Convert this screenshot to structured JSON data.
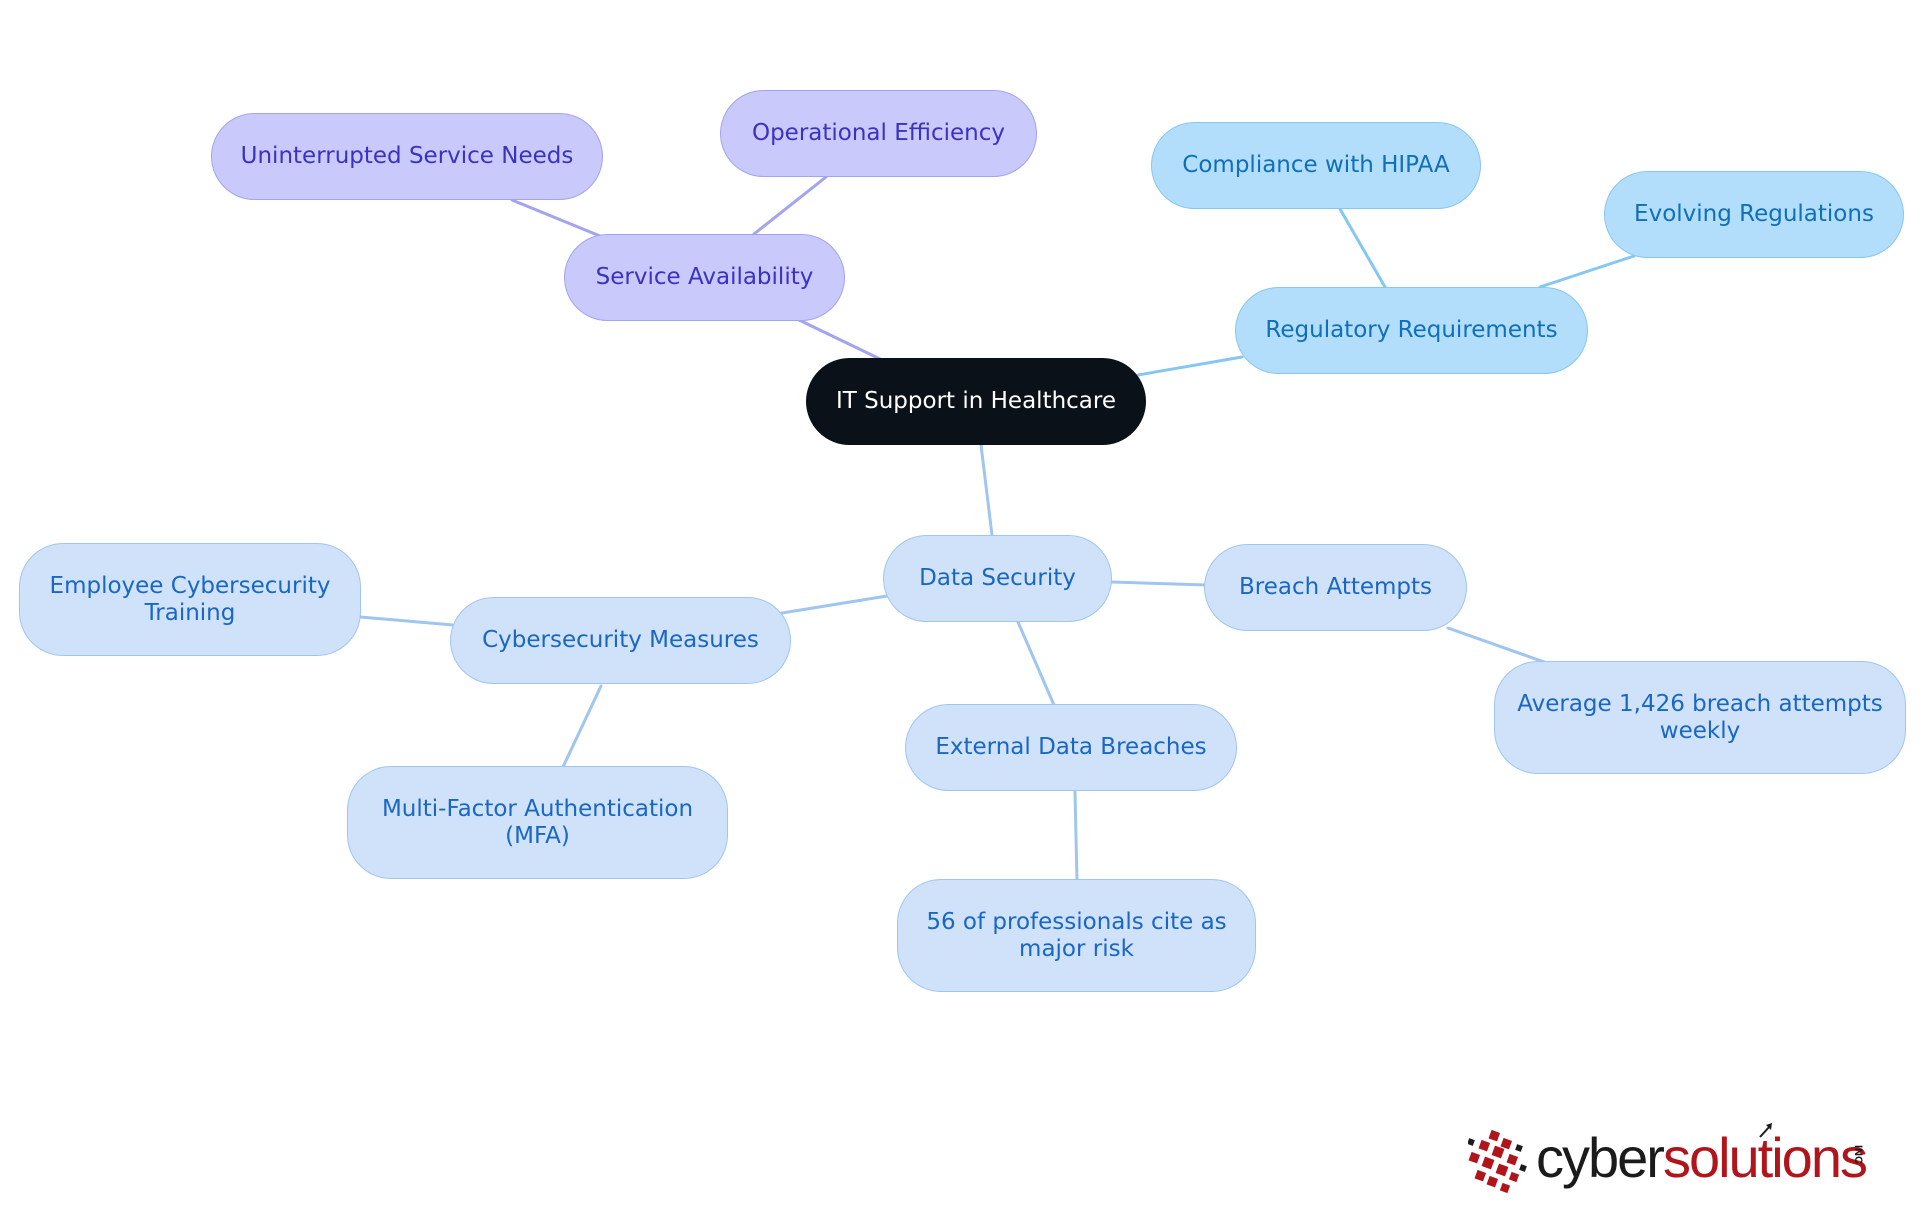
{
  "mindmap": {
    "root": "IT Support in Healthcare",
    "service_availability": "Service Availability",
    "uninterrupted_service": "Uninterrupted Service Needs",
    "operational_efficiency": "Operational Efficiency",
    "regulatory_requirements": "Regulatory Requirements",
    "compliance_hipaa": "Compliance with HIPAA",
    "evolving_regulations": "Evolving Regulations",
    "data_security": "Data Security",
    "breach_attempts": "Breach Attempts",
    "average_breach_attempts": [
      "Average 1,426 breach attempts",
      "weekly"
    ],
    "external_data_breaches": "External Data Breaches",
    "professionals_risk": [
      "56 of professionals cite as",
      "major risk"
    ],
    "cybersecurity_measures": "Cybersecurity Measures",
    "employee_training": [
      "Employee Cybersecurity",
      "Training"
    ],
    "mfa": [
      "Multi-Factor Authentication",
      "(MFA)"
    ]
  },
  "logo": {
    "part1": "cyber",
    "part2": "solutions",
    "suffix": "INC"
  },
  "colors": {
    "root": "#0b1119",
    "purple_branch": "#c9c9fb",
    "sky_branch": "#b3defb",
    "pale_branch": "#cfe2fa",
    "logo_red": "#b0151c"
  }
}
